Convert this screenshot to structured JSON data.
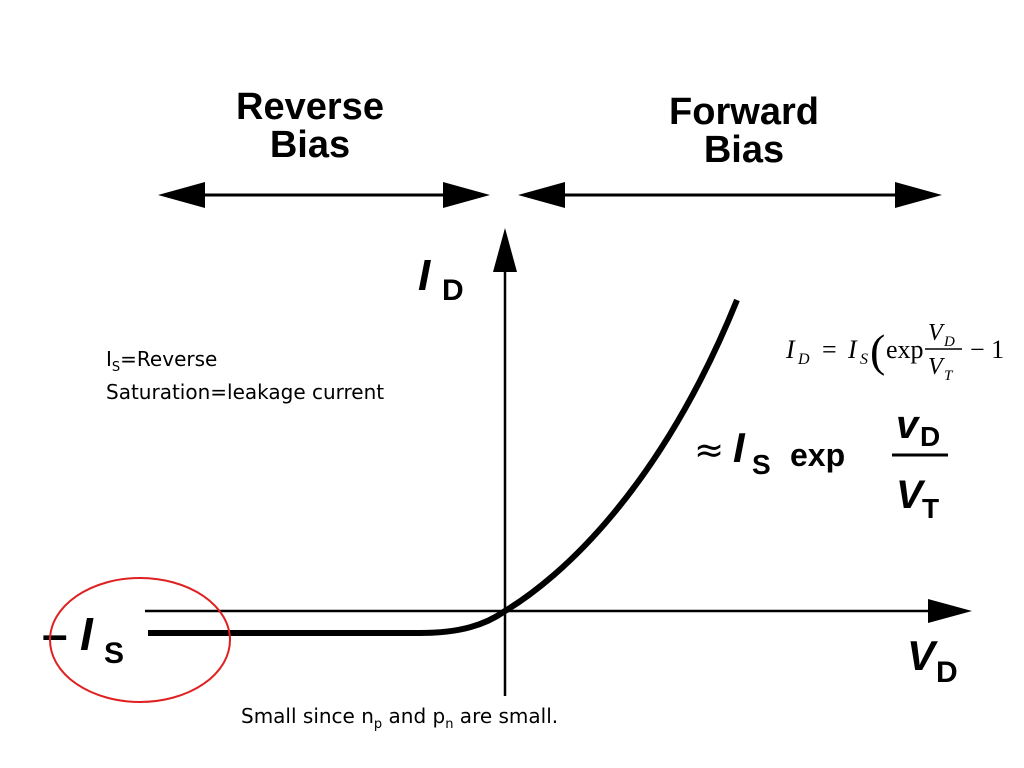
{
  "regions": {
    "reverse": {
      "line1": "Reverse",
      "line2": "Bias"
    },
    "forward": {
      "line1": "Forward",
      "line2": "Bias"
    }
  },
  "axes": {
    "y_main": "I",
    "y_sub": "D",
    "x_main": "V",
    "x_sub": "D"
  },
  "saturation_label": {
    "prefix": "–",
    "main": "I",
    "sub": "S"
  },
  "equation": {
    "lhs": "I",
    "lhs_sub": "D",
    "eq": "=",
    "is_main": "I",
    "is_sub": "S",
    "paren": "(",
    "exp": "exp",
    "num_main": "V",
    "num_sub": "D",
    "den_main": "V",
    "den_sub": "T",
    "tail": "− 1"
  },
  "approx": {
    "symbol": "≈",
    "i_main": "I",
    "i_sub": "S",
    "exp": "exp",
    "num_main": "v",
    "num_sub": "D",
    "den_main": "V",
    "den_sub": "T"
  },
  "notes": {
    "is_note": {
      "pre": "I",
      "sub": "S",
      "line1_rest": "=Reverse",
      "line2": "Saturation=leakage current"
    },
    "small_note": {
      "a": "Small since n",
      "a_sub": "p",
      "b": " and p",
      "b_sub": "n",
      "c": " are small."
    }
  },
  "colors": {
    "curve": "#000000",
    "highlight_circle": "#e02020"
  }
}
